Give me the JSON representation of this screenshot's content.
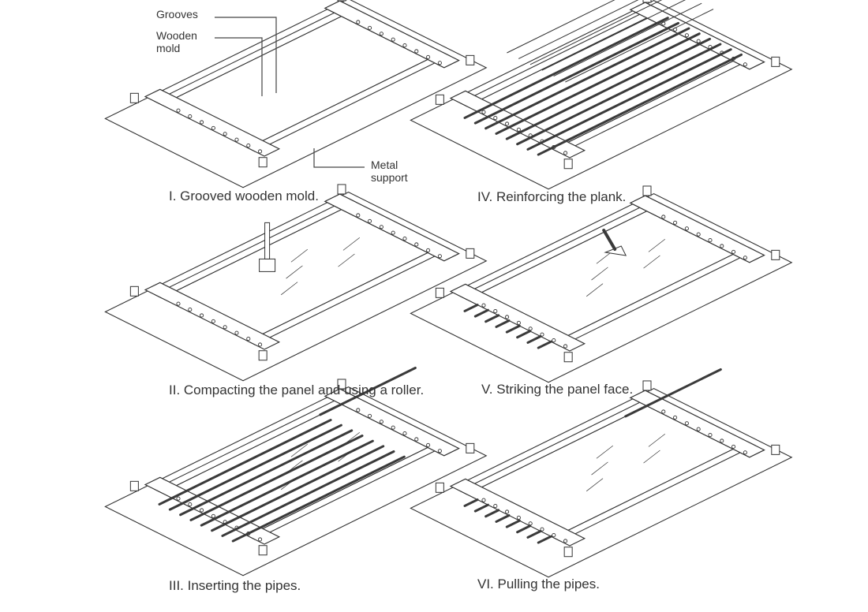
{
  "callouts": {
    "grooves": "Grooves",
    "wooden_mold": [
      "Wooden",
      "mold"
    ],
    "metal_support": [
      "Metal",
      "support"
    ]
  },
  "steps": [
    {
      "id": "I",
      "caption": "I. Grooved wooden mold."
    },
    {
      "id": "II",
      "caption": "II. Compacting the panel and using a roller."
    },
    {
      "id": "III",
      "caption": "III. Inserting the pipes."
    },
    {
      "id": "IV",
      "caption": "IV. Reinforcing the plank."
    },
    {
      "id": "V",
      "caption": "V.  Striking the panel face."
    },
    {
      "id": "VI",
      "caption": "VI.  Pulling the pipes."
    }
  ],
  "colors": {
    "line": "#333333",
    "pipe": "#3a3a3a",
    "paper": "#ffffff"
  }
}
